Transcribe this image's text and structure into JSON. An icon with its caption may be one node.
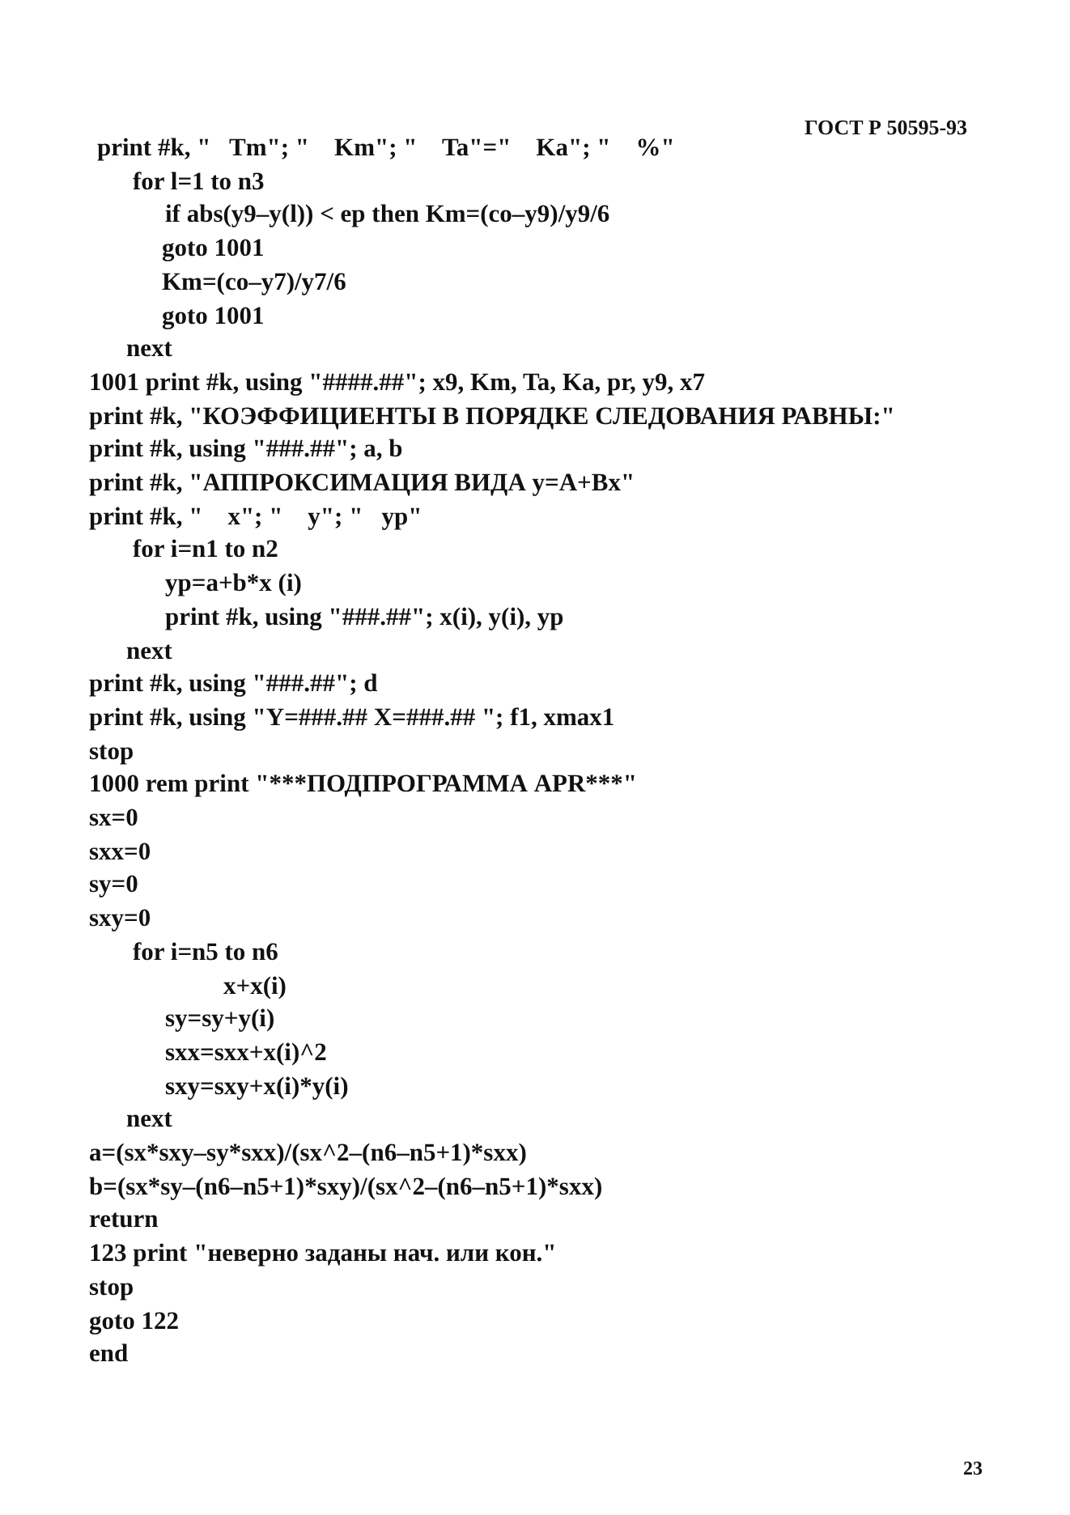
{
  "diagram": {
    "labels": [
      "ГОСТ Р 50595-93",
      "print #k, \"   Tm\"; \"    Km\"; \"    Ta\"=\"    Ka\"; \"    %\"",
      "for l=1 to n3",
      "if abs(y9–y(l)) < ep then Km=(co–y9)/y9/6",
      "goto 1001",
      "Km=(co–y7)/y7/6",
      "goto 1001",
      "next",
      "1001 print #k, using \"####.##\"; x9, Km, Ta, Ka, pr, y9, x7",
      "print #k, \"КОЭФФИЦИЕНТЫ В ПОРЯДКЕ СЛЕДОВАНИЯ РАВНЫ:\"",
      "print #k, using \"###.##\"; a, b",
      "print #k, \"АППРОКСИМАЦИЯ ВИДА y=A+Bx\"",
      "print #k, \"    x\"; \"    y\"; \"   yp\"",
      "for i=n1 to n2",
      "yp=a+b*x (i)",
      "print #k, using \"###.##\"; x(i), y(i), yp",
      "next",
      "print #k, using \"###.##\"; d",
      "print #k, using \"Y=###.## X=###.## \"; f1, xmax1",
      "stop",
      "1000 rem print \"***ПОДПРОГРАММА APR***\"",
      "sx=0",
      "sxx=0",
      "sy=0",
      "sxy=0",
      "for i=n5 to n6",
      "x+x(i)",
      "sy=sy+y(i)",
      "sxx=sxx+x(i)^2",
      "sxy=sxy+x(i)*y(i)",
      "next",
      "a=(sx*sxy–sy*sxx)/(sx^2–(n6–n5+1)*sxx)",
      "b=(sx*sy–(n6–n5+1)*sxy)/(sx^2–(n6–n5+1)*sxx)",
      "return",
      "123 print \"неверно заданы нач. или кон.\"",
      "stop",
      "goto 122",
      "end",
      "23"
    ]
  }
}
